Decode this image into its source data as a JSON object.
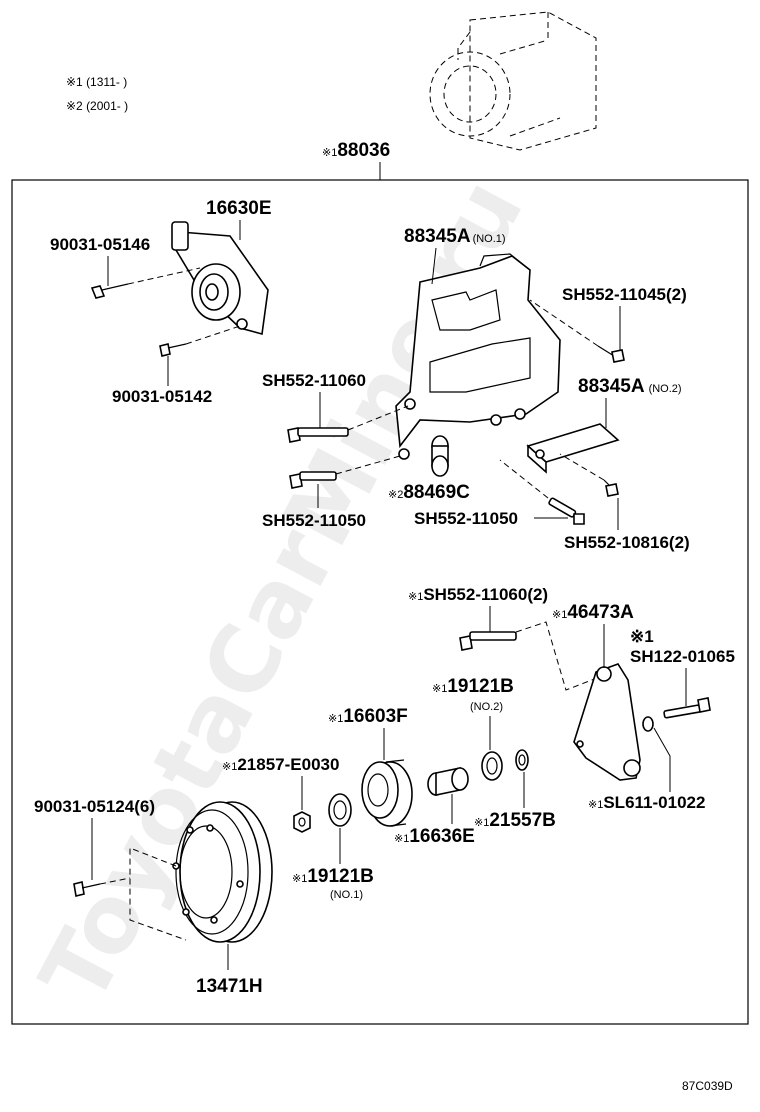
{
  "notes": {
    "note1": "※1 (1311-      )",
    "note2": "※2 (2001-      )"
  },
  "assembly": {
    "mark": "※1",
    "part": "88036"
  },
  "parts": {
    "p16630E": "16630E",
    "p90031_05146": "90031-05146",
    "p90031_05142": "90031-05142",
    "p88345A_1": "88345A",
    "p88345A_1_sub": "(NO.1)",
    "pSH552_11045": "SH552-11045(2)",
    "pSH552_11060": "SH552-11060",
    "p88345A_2": "88345A",
    "p88345A_2_sub": "(NO.2)",
    "p88469C_mark": "※2",
    "p88469C": "88469C",
    "pSH552_11050_left": "SH552-11050",
    "pSH552_11050_right": "SH552-11050",
    "pSH552_10816": "SH552-10816(2)",
    "pSH552_11060_2_mark": "※1",
    "pSH552_11060_2": "SH552-11060(2)",
    "p46473A_mark": "※1",
    "p46473A": "46473A",
    "pSH122_mark": "※1",
    "pSH122": "SH122-01065",
    "p19121B_2_mark": "※1",
    "p19121B_2": "19121B",
    "p19121B_2_sub": "(NO.2)",
    "p16603F_mark": "※1",
    "p16603F": "16603F",
    "p21857_mark": "※1",
    "p21857": "21857-E0030",
    "p90031_05124": "90031-05124(6)",
    "p16636E_mark": "※1",
    "p16636E": "16636E",
    "p21557B_mark": "※1",
    "p21557B": "21557B",
    "pSL611_mark": "※1",
    "pSL611": "SL611-01022",
    "p19121B_1_mark": "※1",
    "p19121B_1": "19121B",
    "p19121B_1_sub": "(NO.1)",
    "p13471H": "13471H"
  },
  "watermark": "ToyotaCarMine.ru",
  "figure_code": "87C039D"
}
